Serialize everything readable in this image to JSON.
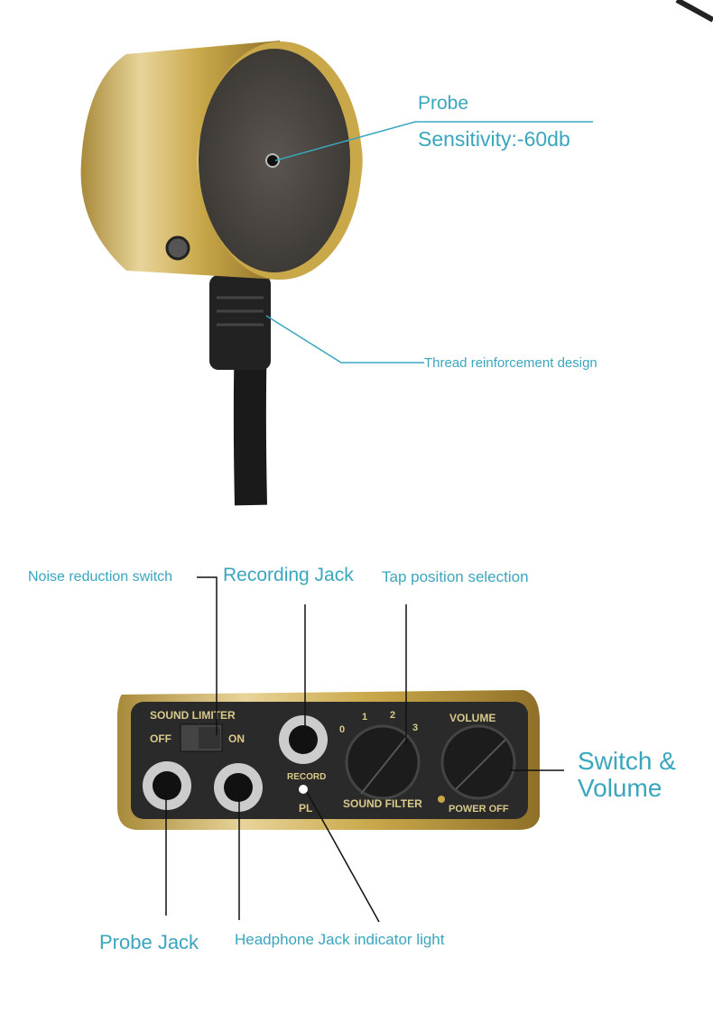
{
  "probe_section": {
    "probe_label": "Probe",
    "sensitivity_label": "Sensitivity:-60db",
    "thread_label": "Thread reinforcement design"
  },
  "controller_section": {
    "noise_switch_label": "Noise reduction switch",
    "recording_jack_label": "Recording Jack",
    "tap_position_label": "Tap position selection",
    "switch_volume_label_line1": "Switch &",
    "switch_volume_label_line2": "Volume",
    "probe_jack_label": "Probe Jack",
    "headphone_label": "Headphone Jack indicator light",
    "panel": {
      "sound_limiter": "SOUND LIMITER",
      "off": "OFF",
      "on": "ON",
      "record": "RECORD",
      "pl": "PL",
      "filter_positions": [
        "0",
        "1",
        "2",
        "3"
      ],
      "sound_filter": "SOUND FILTER",
      "volume": "VOLUME",
      "power_off": "POWER OFF"
    }
  },
  "colors": {
    "label": "#3aa6be",
    "gold": "#c9a84a",
    "panel": "#2a2a2a"
  }
}
